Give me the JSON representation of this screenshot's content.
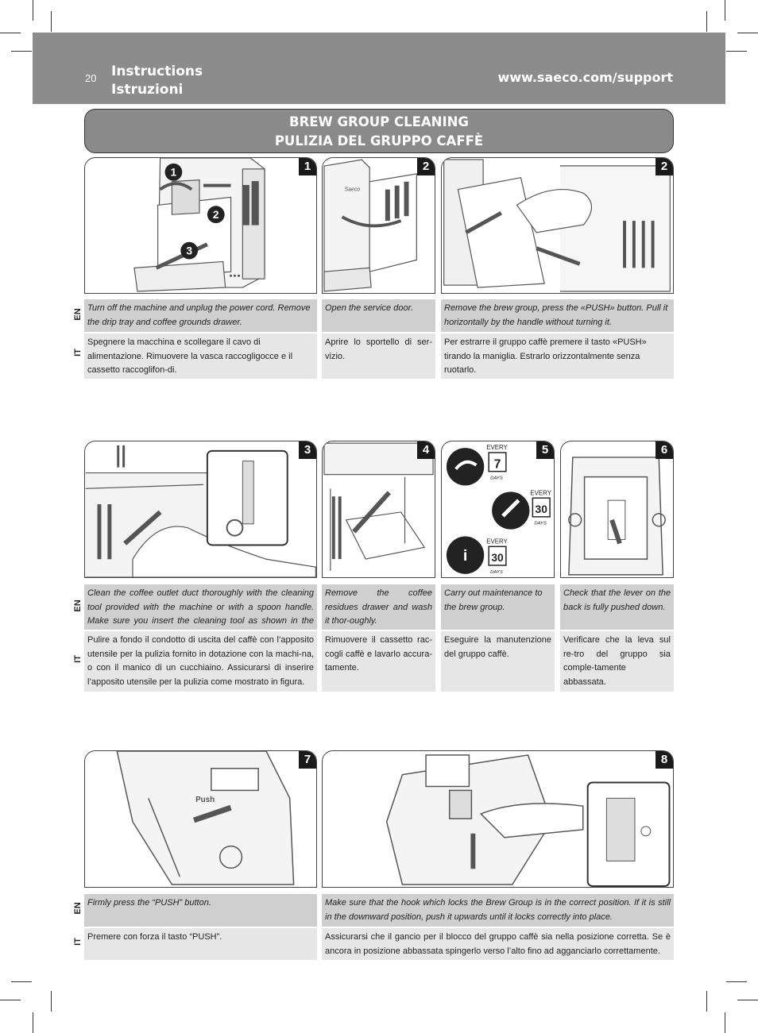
{
  "header": {
    "page_number": "20",
    "title_en": "Instructions",
    "title_it": "Istruzioni",
    "url": "www.saeco.com/support"
  },
  "banner": {
    "line1": "BREW GROUP CLEANING",
    "line2": "PULIZIA DEL GRUPPO CAFFÈ"
  },
  "lang": {
    "en": "EN",
    "it": "IT"
  },
  "steps": [
    {
      "num": "1",
      "en": "Turn off the machine and unplug the power cord. Remove the drip tray and coffee grounds drawer.",
      "it": "Spegnere la macchina e scollegare il cavo di alimentazione. Rimuovere la vasca raccogligocce e il cassetto raccoglifon-di."
    },
    {
      "num": "2",
      "en": "Open the service door.",
      "it": "Aprire lo sportello di ser-vizio."
    },
    {
      "num": "2",
      "en": "Remove the brew group, press the «PUSH» button. Pull it horizontally by the handle without turning it.",
      "it": "Per estrarre il gruppo caffè premere il tasto «PUSH» tirando la maniglia. Estrarlo orizzontalmente senza ruotarlo."
    },
    {
      "num": "3",
      "en": "Clean the coffee outlet duct thoroughly with the cleaning tool provided with the machine or with a spoon handle. Make sure you insert the cleaning tool as shown in the picture.",
      "it": "Pulire a fondo il condotto di uscita del caffè con l’apposito utensile per la pulizia fornito in dotazione con la machi-na, o con il manico di un cucchiaino. Assicurarsi di inserire l’apposito utensile per la pulizia come mostrato in figura."
    },
    {
      "num": "4",
      "en": "Remove the coffee residues drawer and wash it thor-oughly.",
      "it": "Rimuovere il cassetto rac-cogli caffè e lavarlo accura-tamente."
    },
    {
      "num": "5",
      "en": "Carry out maintenance to the brew group.",
      "it": "Eseguire la manutenzione del gruppo caffè."
    },
    {
      "num": "6",
      "en": "Check that the lever on the back is fully pushed down.",
      "it": "Verificare che la leva sul re-tro del gruppo sia comple-tamente abbassata."
    },
    {
      "num": "7",
      "en": "Firmly press the “PUSH” button.",
      "it": "Premere con forza il tasto “PUSH”."
    },
    {
      "num": "8",
      "en": "Make sure that the hook which locks the Brew Group is in the correct position. If it is still in the downward position, push it upwards until it locks correctly into place.",
      "it": "Assicurarsi che il gancio per il blocco del gruppo caffè sia nella posizione corretta. Se è ancora in posizione abbassata spingerlo verso l’alto fino ad agganciarlo correttamente."
    }
  ],
  "callouts": {
    "c1": "1",
    "c2": "2",
    "c3": "3"
  },
  "maintenance": {
    "every": "EVERY",
    "days": "DAYS",
    "d7": "7",
    "d30a": "30",
    "d30b": "30"
  },
  "labels": {
    "push": "Push"
  }
}
